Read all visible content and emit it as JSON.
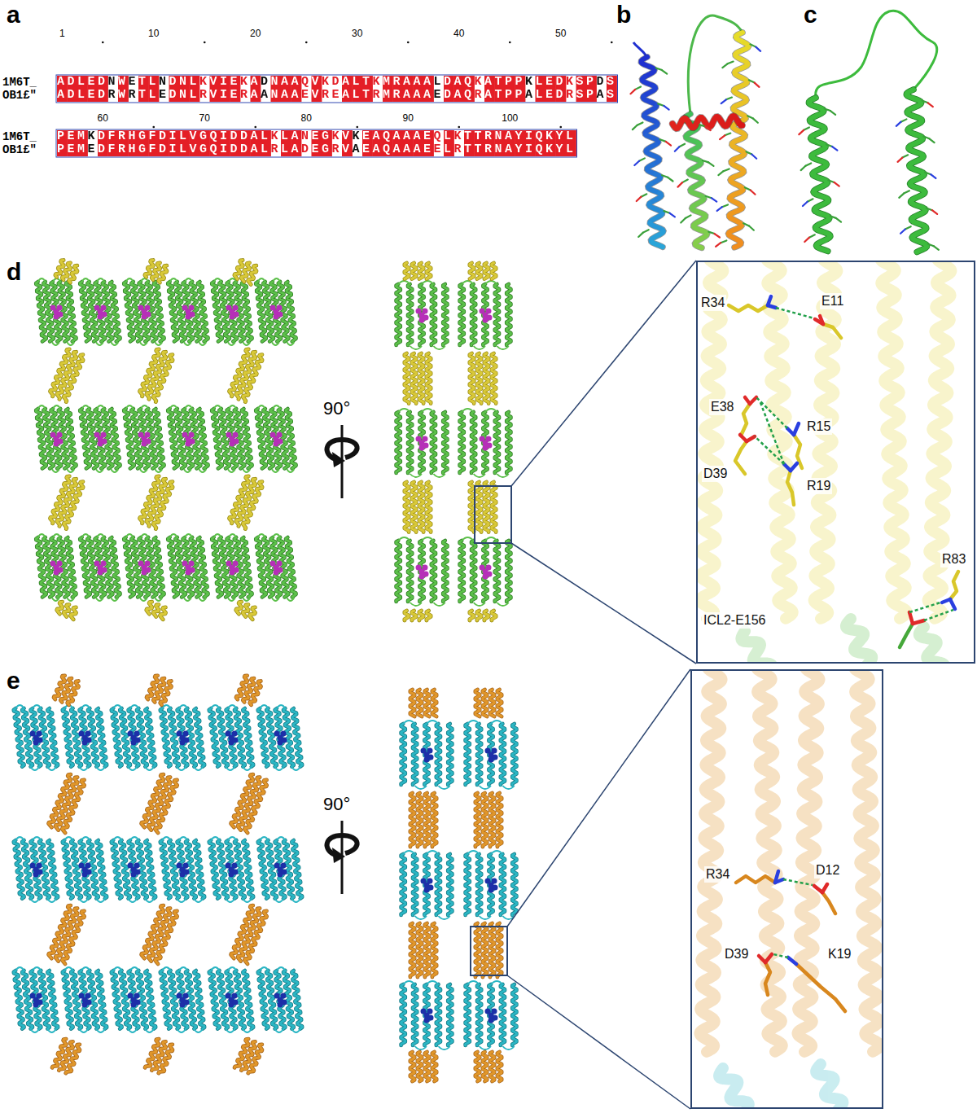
{
  "diagram": {
    "nodes": [
      {
        "text": [
          "R34",
          "E11",
          "E38",
          "R15",
          "D39",
          "R19",
          "R83",
          "ICL2-E156"
        ]
      },
      {
        "text": [
          "R34",
          "D12",
          "D39",
          "K19"
        ]
      }
    ],
    "labels": [
      "a",
      "1M6T_",
      "OB1£″",
      "1",
      "10",
      "20",
      "30",
      "40",
      "50",
      "ADLEDNWETLNDNLKVIEKADNAAQVKDALTKMRAAALDAQKATPPKLEDKSPDS",
      "ADLEDRWRTLEDNLRVIERAANAAEVREALTRMRAAAEDAQRATPPALEDRSPAS",
      "1M6T_",
      "OB1£″",
      "60",
      "70",
      "80",
      "90",
      "100",
      "PEMKDFRHGFDILVGQIDDALKLANEGKVKEAQAAAEQLKTTRNAYIQKYL",
      "PEMEDFRHGFDILVGQIDDALRLADEGRVAEAQAAAEELRTTRNAYIQKYL",
      "b",
      "c",
      "d",
      "90°",
      "e",
      "90°"
    ]
  }
}
